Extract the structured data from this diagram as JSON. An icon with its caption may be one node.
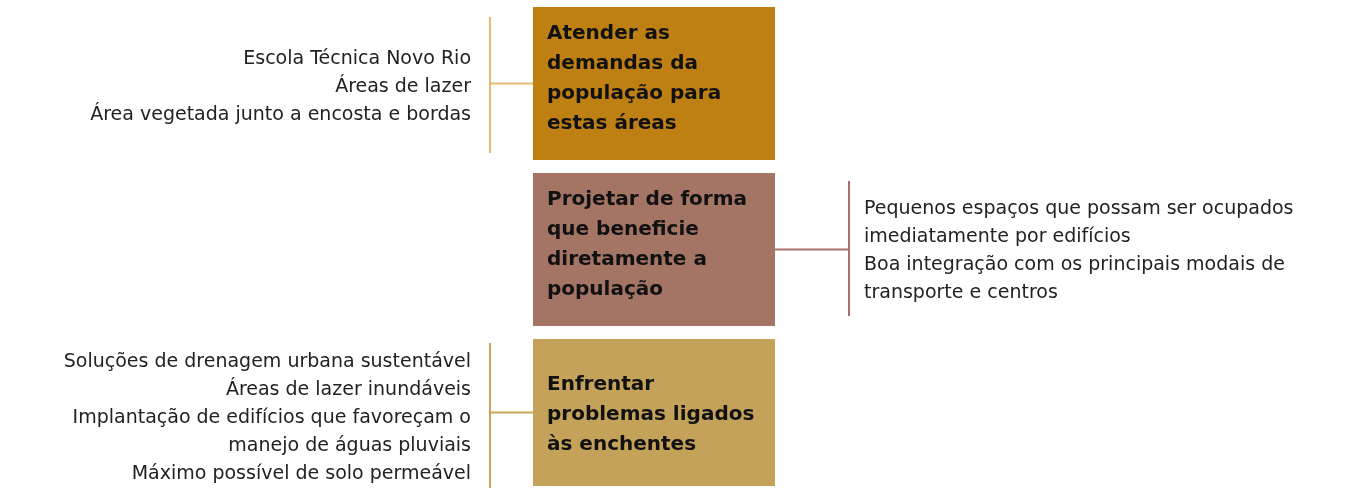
{
  "diagram": {
    "nodes": [
      {
        "text": [
          "Atender as demandas da população para estas áreas"
        ]
      },
      {
        "text": [
          "Escola Técnica Novo Rio",
          "Áreas de lazer",
          "Área vegetada junto a encosta  e bordas"
        ]
      },
      {
        "text": [
          "Projetar de forma que beneficie diretamente a população"
        ]
      },
      {
        "text": [
          "Pequenos espaços que possam ser ocupados imediatamente por edifícios",
          "Boa integração com os principais modais de transporte e centros"
        ]
      },
      {
        "text": [
          "Enfrentar problemas ligados às enchentes"
        ]
      },
      {
        "text": [
          "Soluções de drenagem urbana sustentável",
          "Áreas de lazer inundáveis",
          "Implantação de edifícios que favoreçam o manejo de águas pluviais",
          "Máximo possível de solo permeável"
        ]
      }
    ],
    "edges": [
      {
        "from": 0,
        "to": 1,
        "arrow": "none",
        "color": "#e8bb72"
      },
      {
        "from": 2,
        "to": 3,
        "arrow": "none",
        "color": "#a8706a"
      },
      {
        "from": 4,
        "to": 5,
        "arrow": "none",
        "color": "#c9a556"
      }
    ]
  }
}
